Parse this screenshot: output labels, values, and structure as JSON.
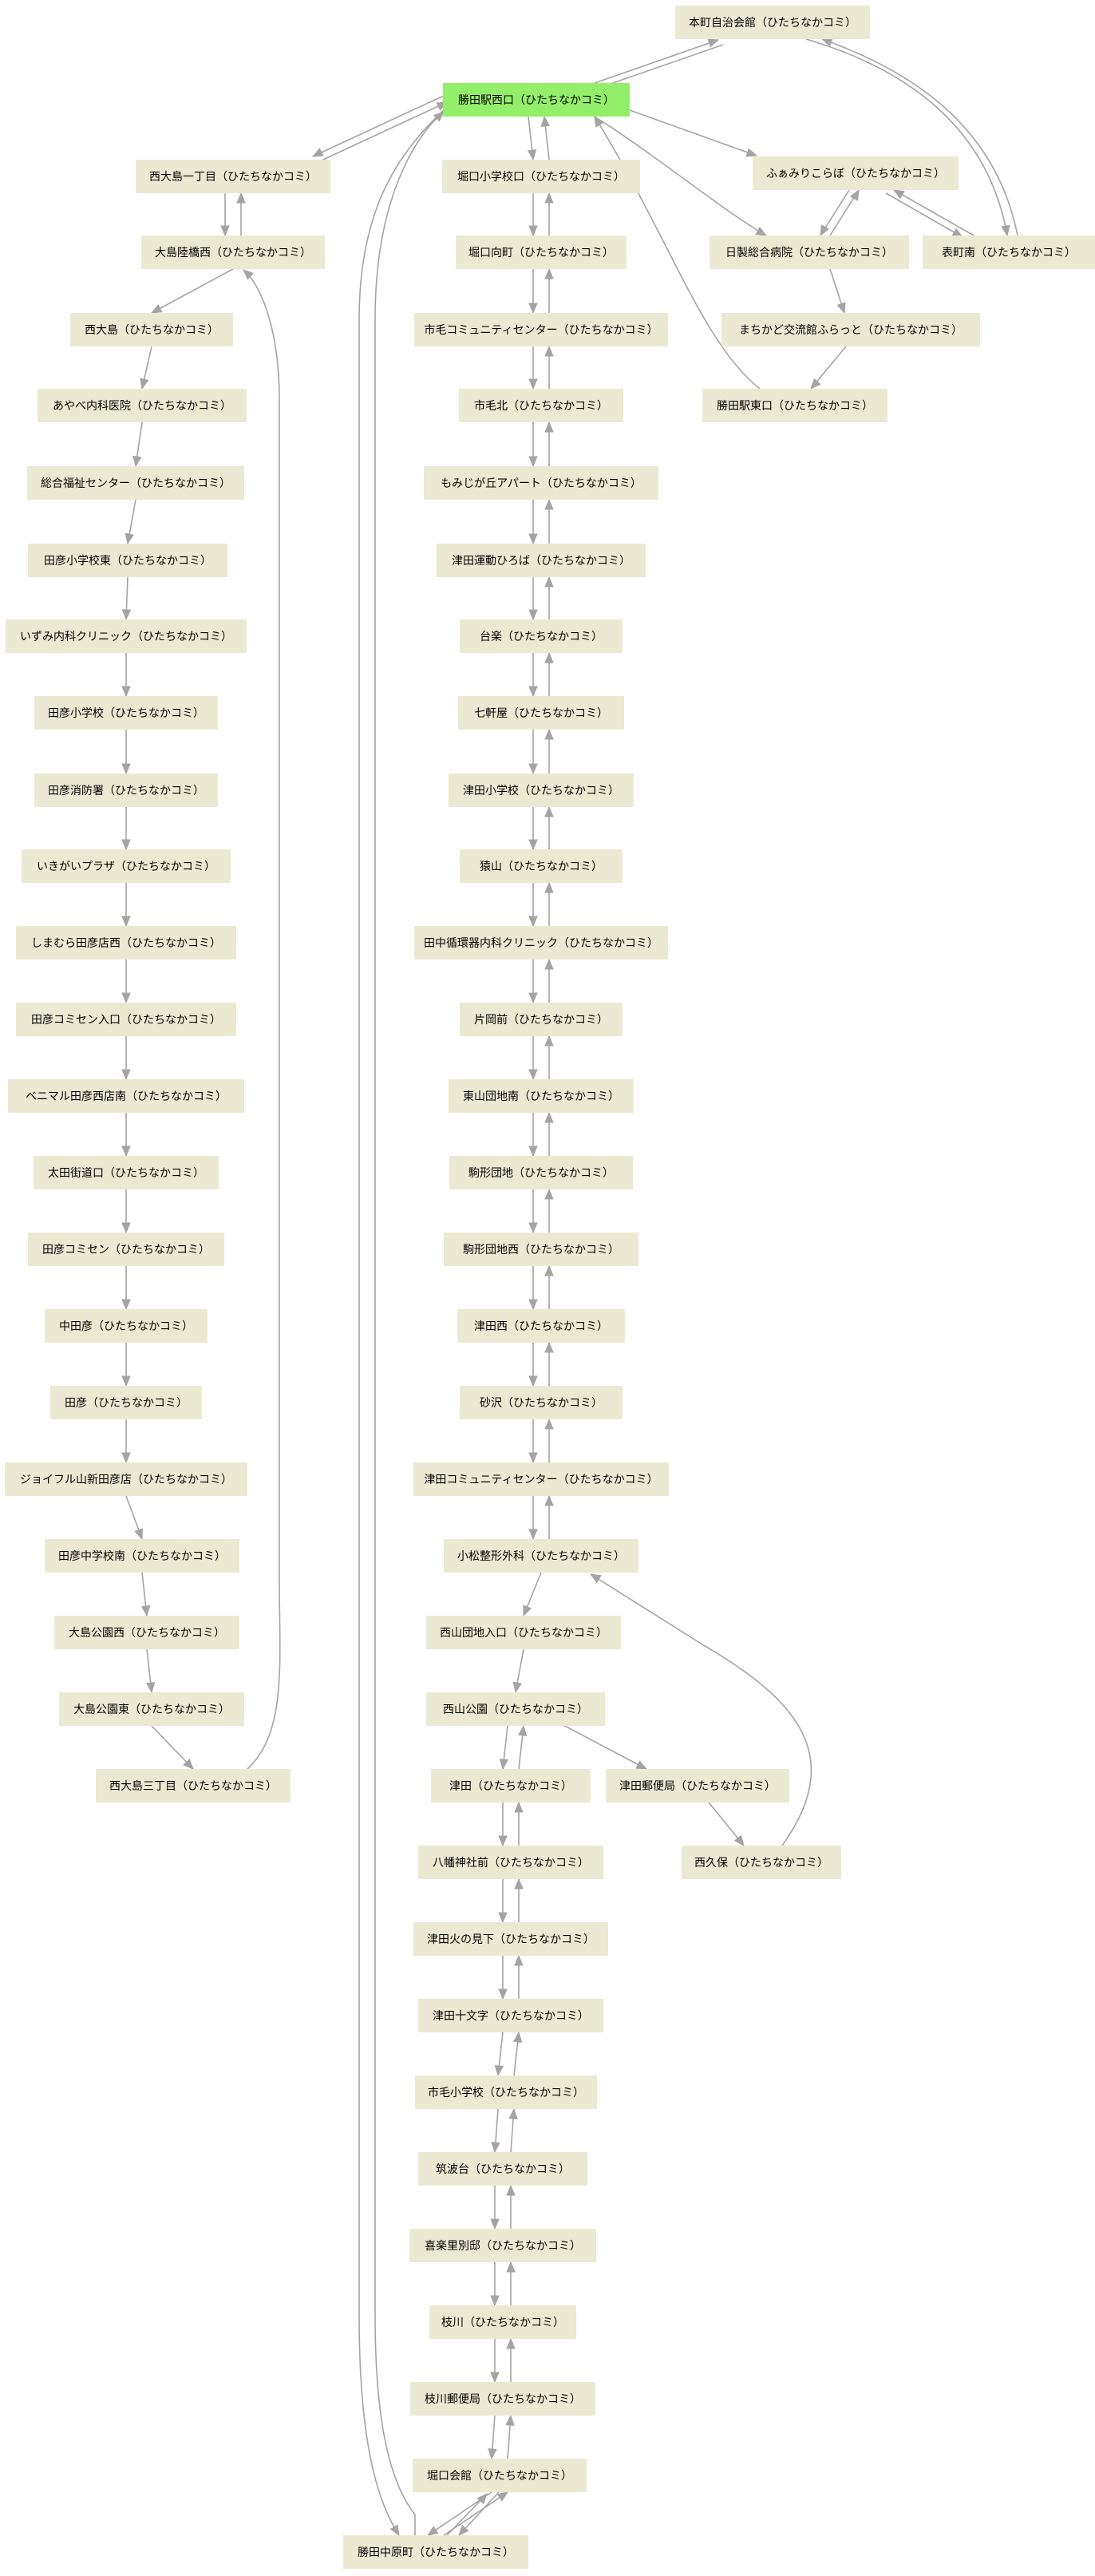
{
  "colors": {
    "node_fill": "#ece9d2",
    "root_fill": "#93ef6a",
    "edge": "#a4a4a4"
  },
  "nodes": {
    "honmachi_jichikaikan": "本町自治会館（ひたちなかコミ）",
    "katsuta_eki_nishiguchi": "勝田駅西口（ひたちなかコミ）",
    "nishioshima_1": "西大島一丁目（ひたちなかコミ）",
    "horiguchi_shogakko_mae": "堀口小学校口（ひたちなかコミ）",
    "fuamirikoraboshi": "ふぁみりこらぼ（ひたちなかコミ）",
    "oshima_rikkyo_nishi": "大島陸橋西（ひたちなかコミ）",
    "horiguchi_mukaimachi": "堀口向町（ひたちなかコミ）",
    "hitachi_sogo_byoin": "日製総合病院（ひたちなかコミ）",
    "omotemachi_minami": "表町南（ひたちなかコミ）",
    "nishioshima": "西大島（ひたちなかコミ）",
    "ichige_comicenter": "市毛コミュニティセンター（ひたちなかコミ）",
    "machikado_furatto": "まちかど交流館ふらっと（ひたちなかコミ）",
    "ayabe_naika": "あやべ内科医院（ひたちなかコミ）",
    "ichige_kita": "市毛北（ひたちなかコミ）",
    "katsuta_eki_higashiguchi": "勝田駅東口（ひたちなかコミ）",
    "sogo_fukushi_center": "総合福祉センター（ひたちなかコミ）",
    "momijigaoka_apart": "もみじが丘アパート（ひたちなかコミ）",
    "tahiko_shogakko_higashi": "田彦小学校東（ひたちなかコミ）",
    "tsuda_undo_hiroba": "津田運動ひろば（ひたちなかコミ）",
    "izumi_naika": "いずみ内科クリニック（ひたちなかコミ）",
    "dairaku": "台楽（ひたちなかコミ）",
    "tahiko_shogakko": "田彦小学校（ひたちなかコミ）",
    "nanakenya": "七軒屋（ひたちなかコミ）",
    "tahiko_shobosho": "田彦消防署（ひたちなかコミ）",
    "tsuda_shogakko": "津田小学校（ひたちなかコミ）",
    "ikigai_plaza": "いきがいプラザ（ひたちなかコミ）",
    "sasayama": "猿山（ひたちなかコミ）",
    "shimamura": "しまむら田彦店西（ひたちなかコミ）",
    "tanaka_junkanki": "田中循環器内科クリニック（ひたちなかコミ）",
    "tahiko_comisen_iriguchi": "田彦コミセン入口（ひたちなかコミ）",
    "katadoumae": "片岡前（ひたちなかコミ）",
    "benimaru": "ベニマル田彦西店南（ひたちなかコミ）",
    "higashiyama_danchi_minami": "東山団地南（ひたちなかコミ）",
    "ota_kaidoguchi": "太田街道口（ひたちなかコミ）",
    "komagata_danchi": "駒形団地（ひたちなかコミ）",
    "tahiko_comisen": "田彦コミセン（ひたちなかコミ）",
    "komagata_danchi_nishi": "駒形団地西（ひたちなかコミ）",
    "nakatahiko": "中田彦（ひたちなかコミ）",
    "tsuda_nishi": "津田西（ひたちなかコミ）",
    "tahiko": "田彦（ひたちなかコミ）",
    "sunazawa": "砂沢（ひたちなかコミ）",
    "joyfull": "ジョイフル山新田彦店（ひたちなかコミ）",
    "tsuda_comicenter": "津田コミュニティセンター（ひたちなかコミ）",
    "tahiko_chugakko_minami": "田彦中学校南（ひたちなかコミ）",
    "komatsu_seikei": "小松整形外科（ひたちなかコミ）",
    "oshima_koen_nishi": "大島公園西（ひたちなかコミ）",
    "nishiyama_danchi_iriguchi": "西山団地入口（ひたちなかコミ）",
    "oshima_koen_higashi": "大島公園東（ひたちなかコミ）",
    "nishiyama_koen": "西山公園（ひたちなかコミ）",
    "nishioshima_3": "西大島三丁目（ひたちなかコミ）",
    "tsuda": "津田（ひたちなかコミ）",
    "tsuda_yubinkyoku": "津田郵便局（ひたちなかコミ）",
    "hachiman_jinja": "八幡神社前（ひたちなかコミ）",
    "nishikubo": "西久保（ひたちなかコミ）",
    "tsuda_hinomishita": "津田火の見下（ひたちなかコミ）",
    "tsuda_jumonji": "津田十文字（ひたちなかコミ）",
    "ichige_shogakko": "市毛小学校（ひたちなかコミ）",
    "tsukubadai": "筑波台（ひたちなかコミ）",
    "kiraku_bessho": "喜楽里別邸（ひたちなかコミ）",
    "edagawa": "枝川（ひたちなかコミ）",
    "edagawa_yubinkyoku": "枝川郵便局（ひたちなかコミ）",
    "horiguchi_kaikan": "堀口会館（ひたちなかコミ）",
    "katsuta_nakaharacho": "勝田中原町（ひたちなかコミ）"
  }
}
